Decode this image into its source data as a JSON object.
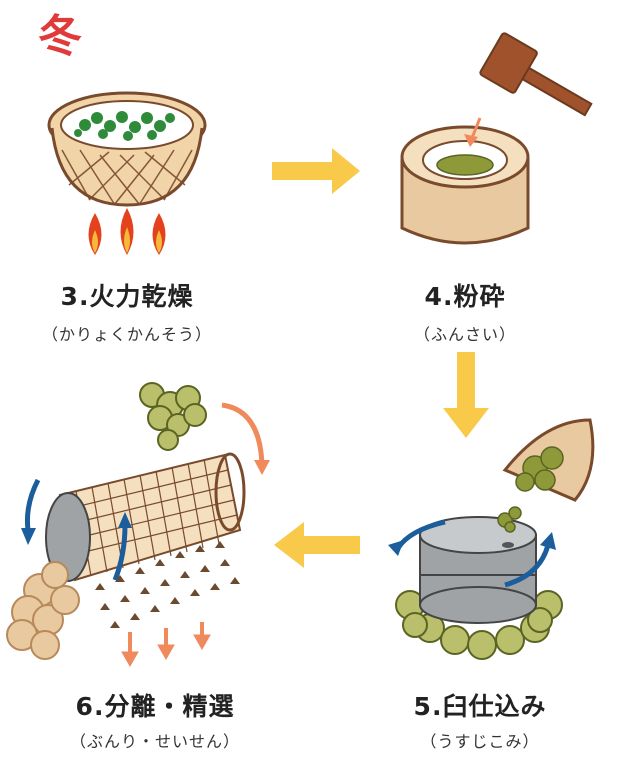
{
  "season": "冬",
  "steps": [
    {
      "title": "3.火力乾燥",
      "reading": "（かりょくかんそう）"
    },
    {
      "title": "4.粉砕",
      "reading": "（ふんさい）"
    },
    {
      "title": "5.臼仕込み",
      "reading": "（うすじこみ）"
    },
    {
      "title": "6.分離・精選",
      "reading": "（ぶんり・せいせん）"
    }
  ],
  "colors": {
    "arrow": "#f9c94a",
    "accent_orange": "#f08a5d",
    "blue": "#1c5e9c",
    "green_paste": "#8e9a3a",
    "wood": "#e8c9a0",
    "wood_dark": "#7a4a2c",
    "season_red": "#e03a3a"
  }
}
